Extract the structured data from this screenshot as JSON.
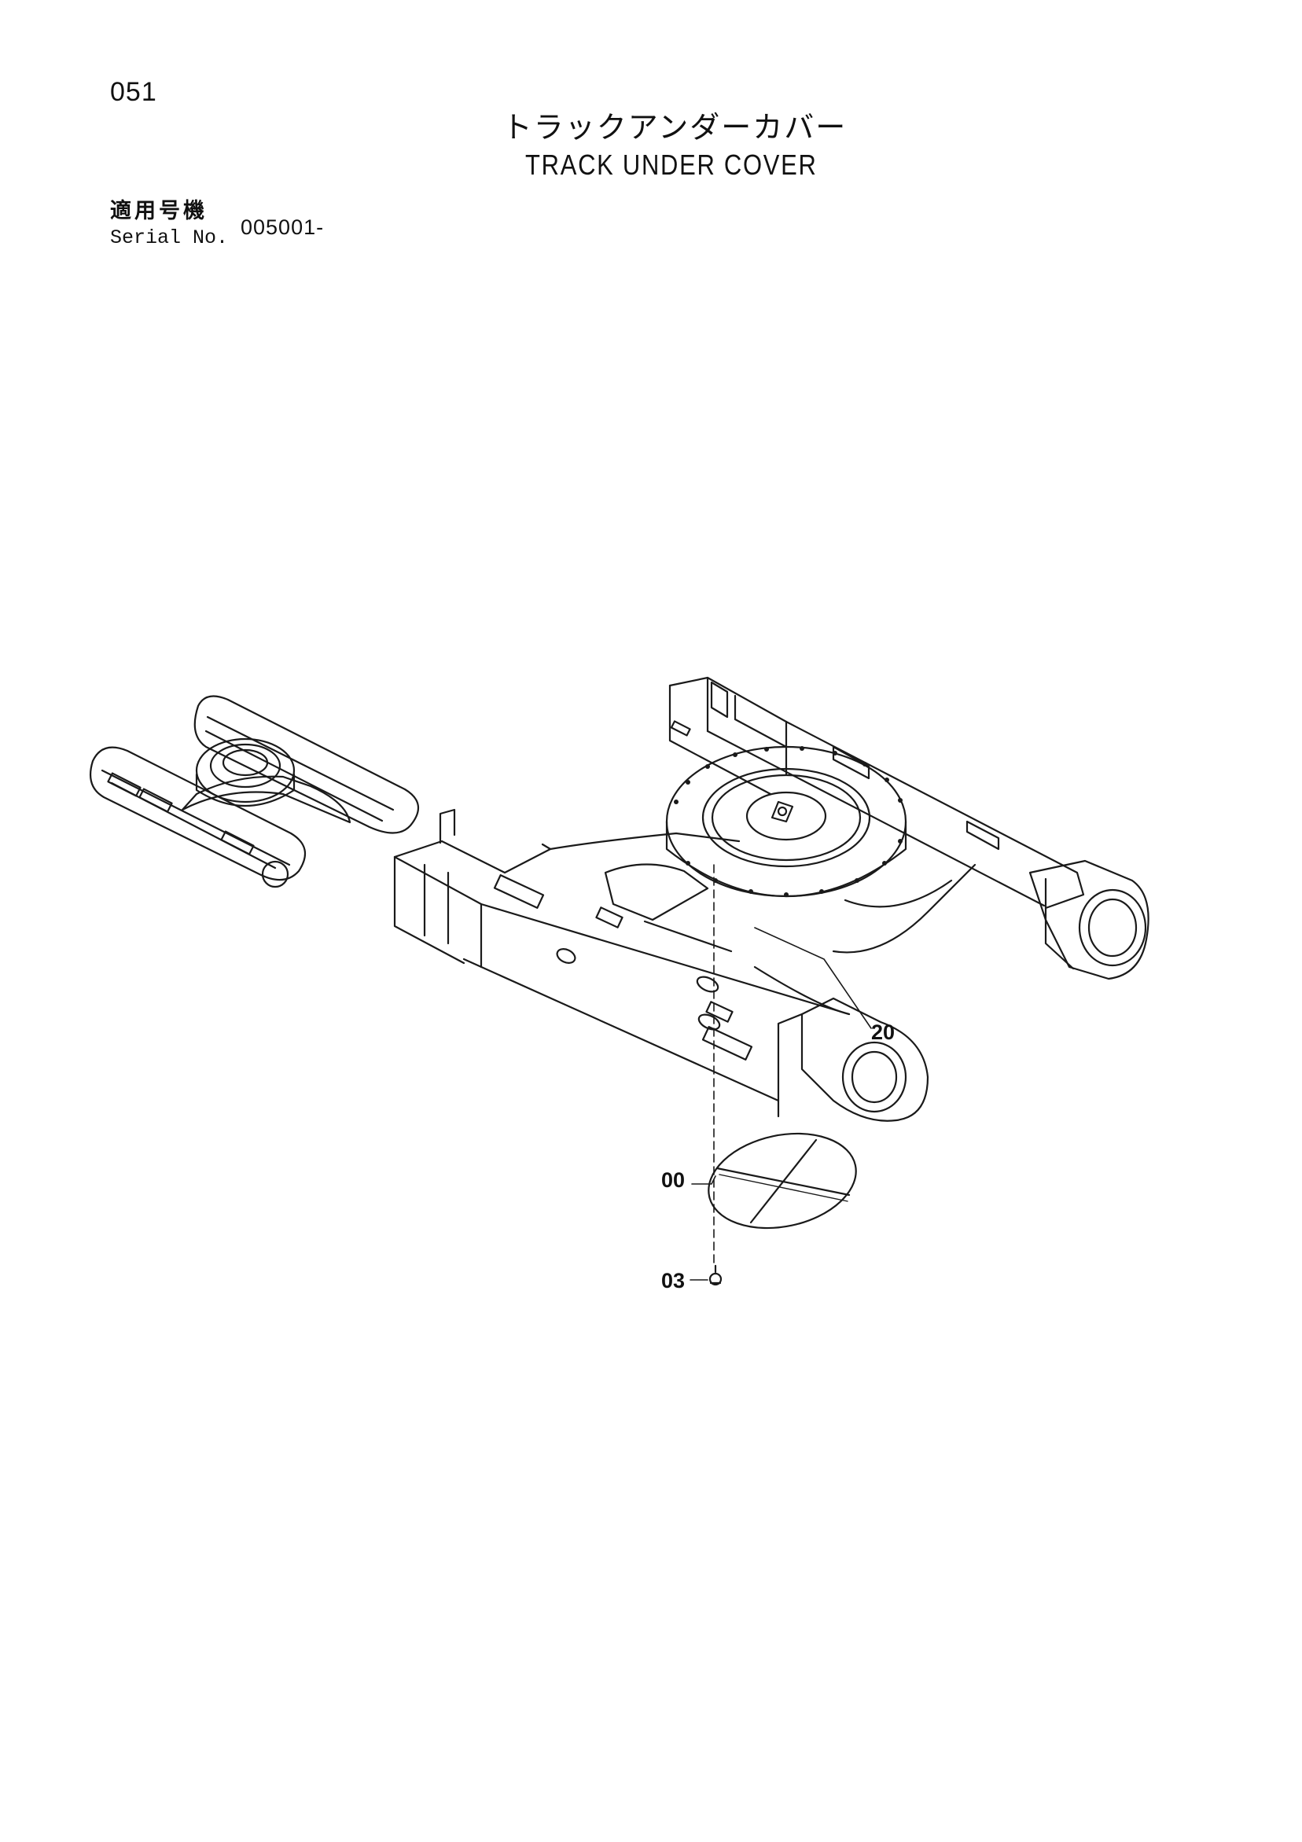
{
  "page": {
    "number": "051",
    "title_jp": "トラックアンダーカバー",
    "title_en": "TRACK UNDER COVER"
  },
  "serial": {
    "label_jp": "適用号機",
    "label_en": "Serial No.",
    "value": "005001-"
  },
  "callouts": {
    "part_20": "20",
    "part_00": "00",
    "part_03": "03"
  }
}
